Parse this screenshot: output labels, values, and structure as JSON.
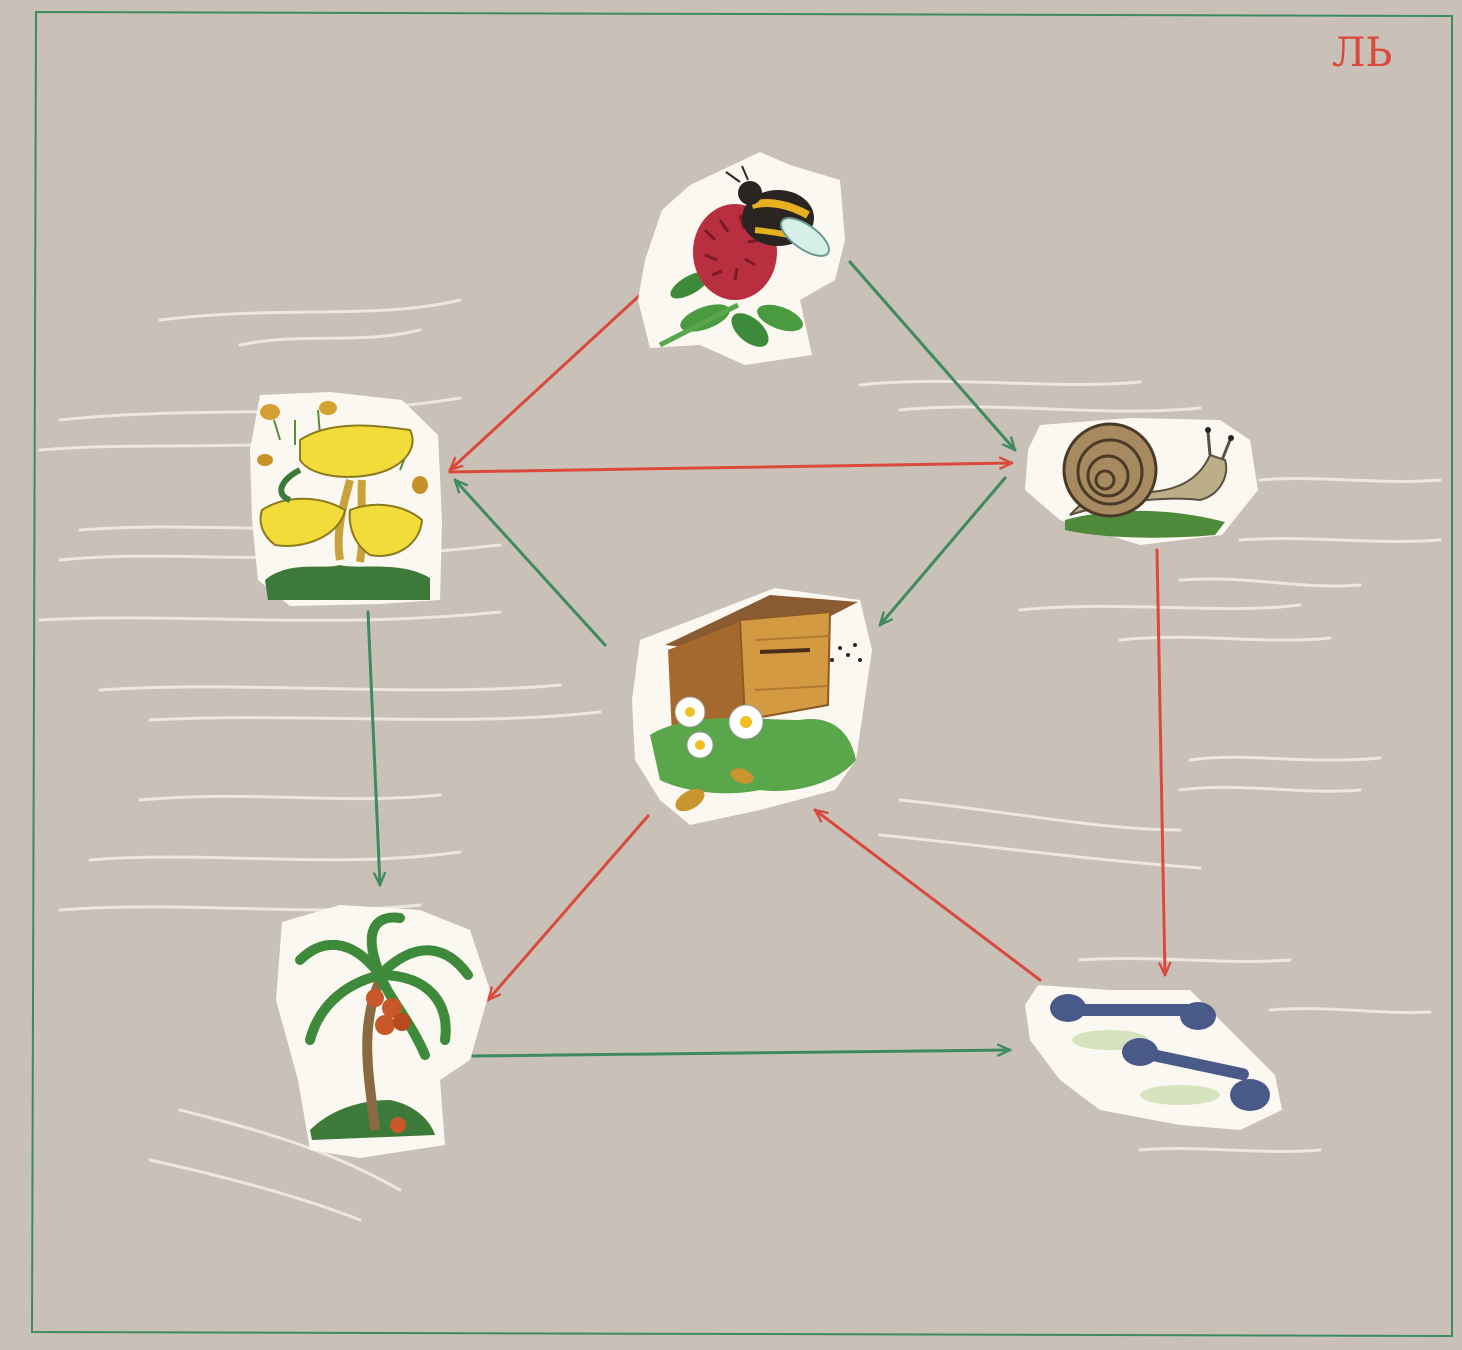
{
  "corner_label": "ЛЬ",
  "colors": {
    "background": "#c9c0b7",
    "frame": "#3f8a5f",
    "green_arrow": "#3f8a5f",
    "red_arrow": "#d94a3d",
    "card": "#fbf8f1",
    "wrinkle": "#f3eee6"
  },
  "nodes": [
    {
      "id": "bee-clover",
      "icon": "bumblebee-on-clover-icon"
    },
    {
      "id": "mushrooms",
      "icon": "chanterelle-mushrooms-icon"
    },
    {
      "id": "snail",
      "icon": "snail-icon"
    },
    {
      "id": "beehive",
      "icon": "beehive-with-daisies-icon"
    },
    {
      "id": "palm",
      "icon": "coconut-palm-icon"
    },
    {
      "id": "dumbbells",
      "icon": "dumbbells-icon"
    }
  ],
  "edges": [
    {
      "from": "bee-clover",
      "to": "mushrooms",
      "color": "red"
    },
    {
      "from": "bee-clover",
      "to": "snail",
      "color": "green"
    },
    {
      "from": "mushrooms",
      "to": "snail",
      "color": "red"
    },
    {
      "from": "snail",
      "to": "beehive",
      "color": "green"
    },
    {
      "from": "beehive",
      "to": "mushrooms",
      "color": "green"
    },
    {
      "from": "mushrooms",
      "to": "palm",
      "color": "green"
    },
    {
      "from": "snail",
      "to": "dumbbells",
      "color": "red"
    },
    {
      "from": "beehive",
      "to": "palm",
      "color": "red"
    },
    {
      "from": "dumbbells",
      "to": "beehive",
      "color": "red"
    },
    {
      "from": "palm",
      "to": "dumbbells",
      "color": "green"
    }
  ]
}
